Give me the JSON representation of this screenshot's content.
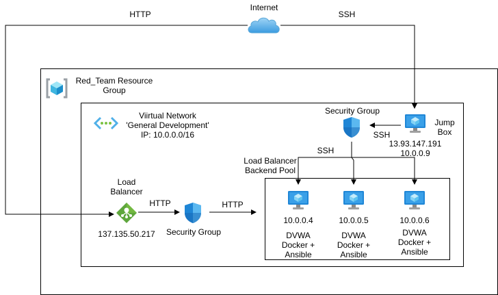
{
  "internet": {
    "label": "Internet",
    "http_label": "HTTP",
    "ssh_label": "SSH"
  },
  "resource_group": {
    "line1": "Red_Team Resource",
    "line2": "Group"
  },
  "vnet": {
    "line1": "Viirtual Network",
    "line2": "'General Development'",
    "line3": "IP: 10.0.0.0/16"
  },
  "security_group_top": {
    "label": "Security Group",
    "ssh_left": "SSH",
    "ssh_down": "SSH"
  },
  "jump_box": {
    "name_line1": "Jump",
    "name_line2": "Box",
    "public_ip": "13.93.147.191",
    "private_ip": "10.0.0.9"
  },
  "backend_pool": {
    "line1": "Load Balancer",
    "line2": "Backend Pool"
  },
  "load_balancer": {
    "line1": "Load",
    "line2": "Balancer",
    "ip": "137.135.50.217",
    "http_label": "HTTP"
  },
  "security_group_mid": {
    "label": "Security Group",
    "http_label": "HTTP"
  },
  "web_vms": [
    {
      "ip": "10.0.0.4",
      "line1": "DVWA",
      "line2": "Docker +",
      "line3": "Ansible"
    },
    {
      "ip": "10.0.0.5",
      "line1": "DVWA",
      "line2": "Docker +",
      "line3": "Ansible"
    },
    {
      "ip": "10.0.0.6",
      "line1": "DVWA",
      "line2": "Docker +",
      "line3": "Ansible"
    }
  ]
}
